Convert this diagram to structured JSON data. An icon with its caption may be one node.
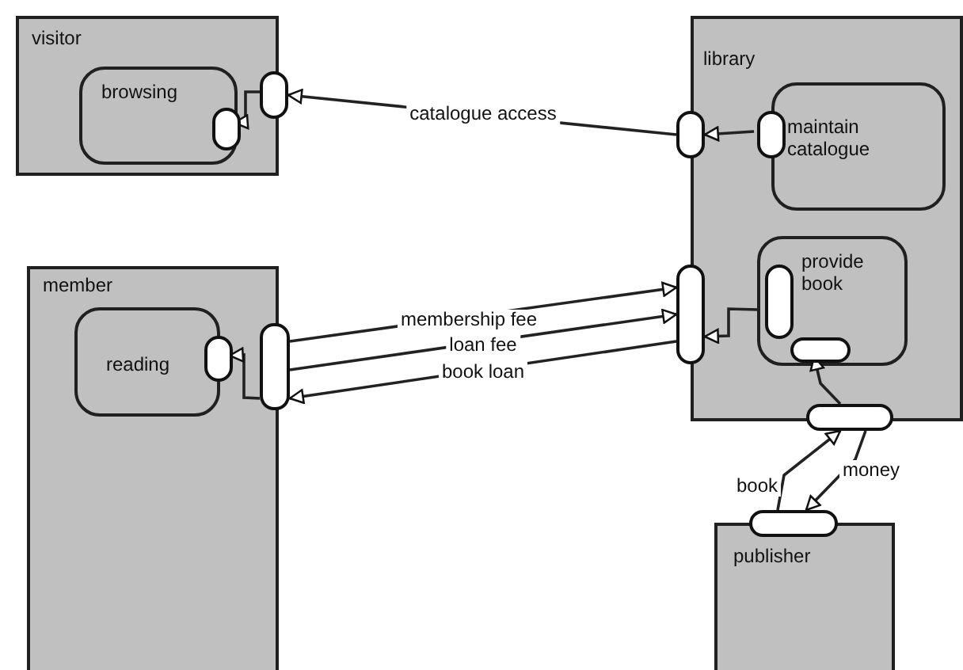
{
  "diagram": {
    "nodes": [
      {
        "text": [
          "visitor"
        ]
      },
      {
        "text": [
          "browsing"
        ],
        "in": 0
      },
      {
        "text": [],
        "shape": "capsule",
        "in": 1
      },
      {
        "text": [],
        "shape": "capsule"
      },
      {
        "text": [
          "library"
        ]
      },
      {
        "text": [
          "maintain catalogue"
        ],
        "in": 4
      },
      {
        "text": [],
        "shape": "capsule"
      },
      {
        "text": [],
        "shape": "capsule",
        "in": 4
      },
      {
        "text": [
          "provide book"
        ],
        "in": 4
      },
      {
        "text": [],
        "shape": "capsule",
        "in": 8
      },
      {
        "text": [],
        "shape": "capsule"
      },
      {
        "text": [],
        "shape": "capsule",
        "in": 8
      },
      {
        "text": [],
        "shape": "capsule"
      },
      {
        "text": [
          "member"
        ]
      },
      {
        "text": [
          "reading"
        ],
        "in": 13
      },
      {
        "text": [],
        "shape": "capsule",
        "in": 13
      },
      {
        "text": [],
        "shape": "capsule"
      },
      {
        "text": [
          "publisher"
        ]
      },
      {
        "text": [],
        "shape": "capsule"
      }
    ],
    "edges": [
      {
        "from": 7,
        "to": 6,
        "arrow": "to"
      },
      {
        "from": 6,
        "to": 3,
        "arrow": "to",
        "label": "catalogue access"
      },
      {
        "from": 3,
        "to": 2,
        "arrow": "to"
      },
      {
        "from": 16,
        "to": 10,
        "arrow": "to",
        "label": "membership fee"
      },
      {
        "from": 16,
        "to": 10,
        "arrow": "to",
        "label": "loan fee"
      },
      {
        "from": 10,
        "to": 16,
        "arrow": "to",
        "label": "book loan"
      },
      {
        "from": 9,
        "to": 10,
        "arrow": "to"
      },
      {
        "from": 16,
        "to": 15,
        "arrow": "to"
      },
      {
        "from": 18,
        "to": 12,
        "arrow": "to",
        "label": "book"
      },
      {
        "from": 12,
        "to": 11,
        "arrow": "to"
      },
      {
        "from": 12,
        "to": 18,
        "arrow": "to",
        "label": "money"
      }
    ]
  }
}
